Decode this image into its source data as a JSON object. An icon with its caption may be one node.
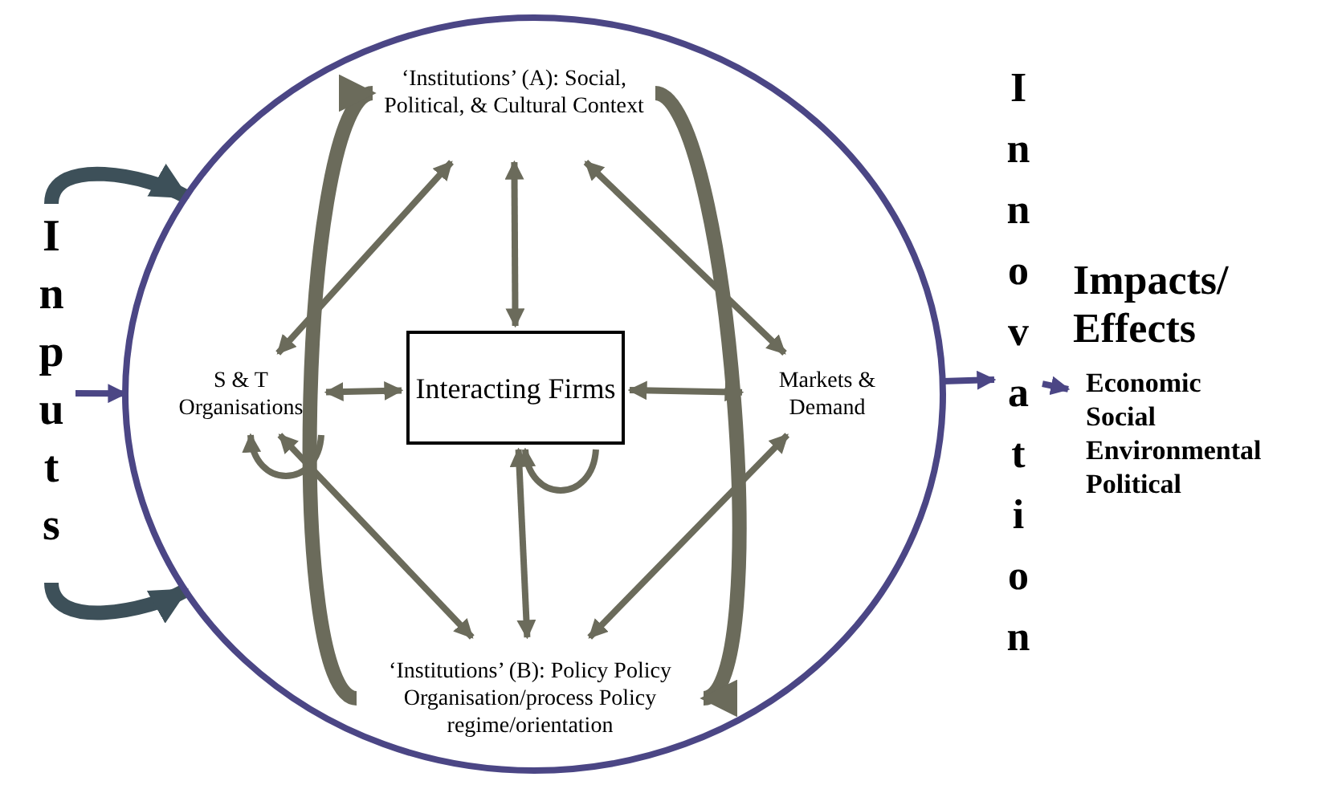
{
  "diagram": {
    "nodes": [
      {
        "text": [],
        "shape": "circle"
      },
      {
        "text": [
          "‘Institutions’ (A): Social, Political, & Cultural Context"
        ],
        "in": 0
      },
      {
        "text": [
          "S & T Organisations"
        ],
        "in": 0
      },
      {
        "text": [
          "Interacting Firms"
        ],
        "in": 0
      },
      {
        "text": [
          "Markets & Demand"
        ],
        "in": 0
      },
      {
        "text": [
          "‘Institutions’ (B): Policy Policy Organisation/process Policy regime/orientation"
        ],
        "in": 0
      },
      {
        "text": [
          "Inputs"
        ]
      },
      {
        "text": [
          "Innovation"
        ]
      },
      {
        "text": [
          "Impacts/ Effects",
          "Economic",
          "Social",
          "Environmental",
          "Political"
        ]
      }
    ],
    "edges": [
      {
        "from": 6,
        "to": 0,
        "arrow": "to",
        "style": "thick",
        "color": "#3d5059"
      },
      {
        "from": 6,
        "to": 0,
        "arrow": "to",
        "color": "#4b4685"
      },
      {
        "from": 6,
        "to": 0,
        "arrow": "to",
        "style": "thick",
        "color": "#3d5059"
      },
      {
        "from": 3,
        "to": 1,
        "arrow": "both"
      },
      {
        "from": 2,
        "to": 3,
        "arrow": "both"
      },
      {
        "from": 3,
        "to": 4,
        "arrow": "both"
      },
      {
        "from": 5,
        "to": 3,
        "arrow": "both"
      },
      {
        "from": 2,
        "to": 1,
        "arrow": "both"
      },
      {
        "from": 1,
        "to": 4,
        "arrow": "both"
      },
      {
        "from": 2,
        "to": 5,
        "arrow": "both"
      },
      {
        "from": 5,
        "to": 4,
        "arrow": "both"
      },
      {
        "from": 5,
        "to": 1,
        "arrow": "to",
        "style": "thick"
      },
      {
        "from": 1,
        "to": 5,
        "arrow": "to",
        "style": "thick"
      },
      {
        "from": 2,
        "to": 2,
        "arrow": "to"
      },
      {
        "from": 3,
        "to": 3,
        "arrow": "to"
      },
      {
        "from": 0,
        "to": 7,
        "arrow": "to",
        "color": "#4b4685"
      },
      {
        "from": 7,
        "to": 8,
        "arrow": "to",
        "color": "#4b4685"
      }
    ]
  }
}
